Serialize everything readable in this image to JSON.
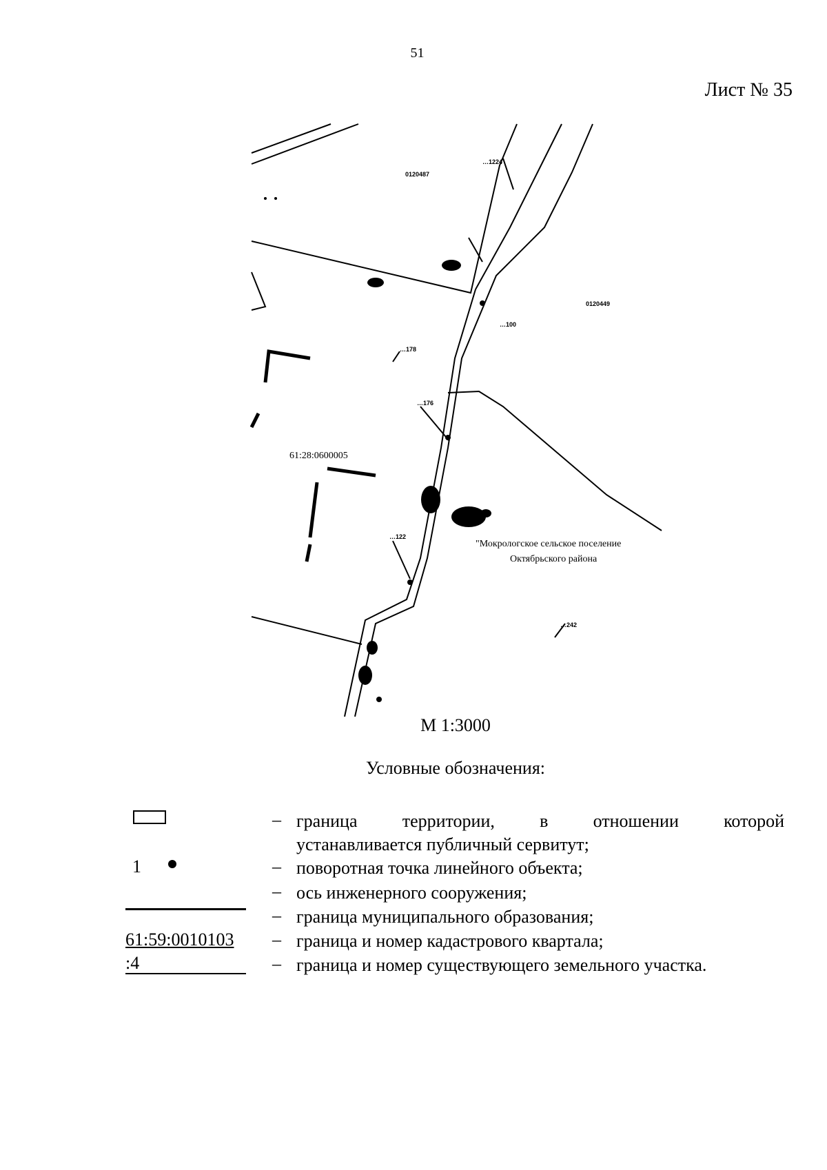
{
  "page": {
    "number": "51",
    "sheet": "Лист № 35"
  },
  "map": {
    "labels": {
      "settlement_line1": "\"Мокрологское сельское поселение",
      "settlement_line2": "Октябрьского района",
      "cadastral_quarter": "61:28:0600005"
    },
    "small_labels": [
      "0120487",
      "0120449",
      "…1224",
      "…178",
      "…176",
      "…122",
      "…242",
      "…100"
    ],
    "scale": "М 1:3000"
  },
  "legend": {
    "title": "Условные обозначения:",
    "items": [
      {
        "symbol": "rectangle-outline",
        "dash": "–",
        "text_line1": "граница территории, в отношении которой",
        "text_line2": "устанавливается публичный сервитут;"
      },
      {
        "symbol": "point",
        "symbol_text": "1",
        "dash": "–",
        "text": "поворотная точка линейного объекта;"
      },
      {
        "symbol": "none",
        "dash": "–",
        "text": "ось инженерного сооружения;"
      },
      {
        "symbol": "thick-line",
        "dash": "–",
        "text": "граница муниципального образования;"
      },
      {
        "symbol": "underlined-text",
        "symbol_text": "61:59:0010103",
        "dash": "–",
        "text": "граница и номер кадастрового квартала;"
      },
      {
        "symbol": "underlined-text",
        "symbol_text": ":4",
        "dash": "–",
        "text": "граница и номер существующего земельного участка."
      }
    ]
  }
}
